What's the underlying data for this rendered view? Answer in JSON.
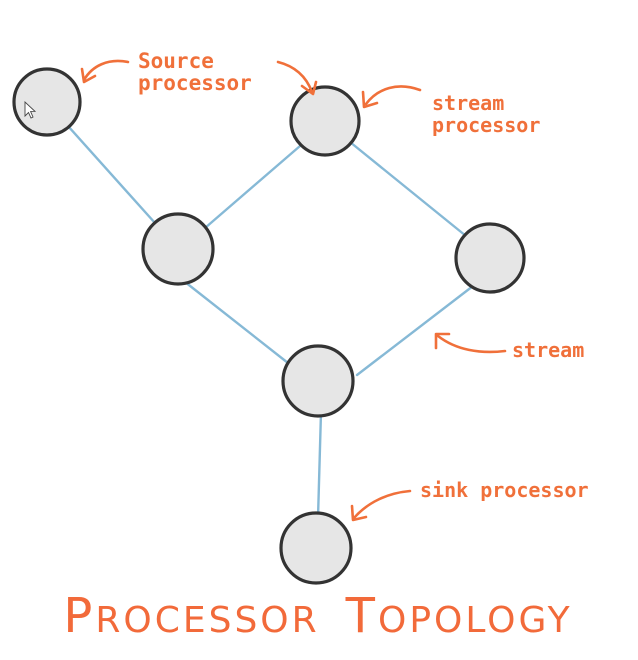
{
  "colors": {
    "edge": "#86b9d6",
    "node_fill": "#e6e6e6",
    "node_outline": "#333333",
    "annotation": "#f0703a"
  },
  "annotations": {
    "source_line1": "Source",
    "source_line2": "processor",
    "stream_processor_line1": "stream",
    "stream_processor_line2": "processor",
    "stream": "stream",
    "sink": "sink processor"
  },
  "title": {
    "word1_initial": "P",
    "word1_rest": "ROCESSOR",
    "word2_initial": "T",
    "word2_rest": "OPOLOGY"
  },
  "icons": {
    "cursor": "mouse-pointer-icon"
  }
}
